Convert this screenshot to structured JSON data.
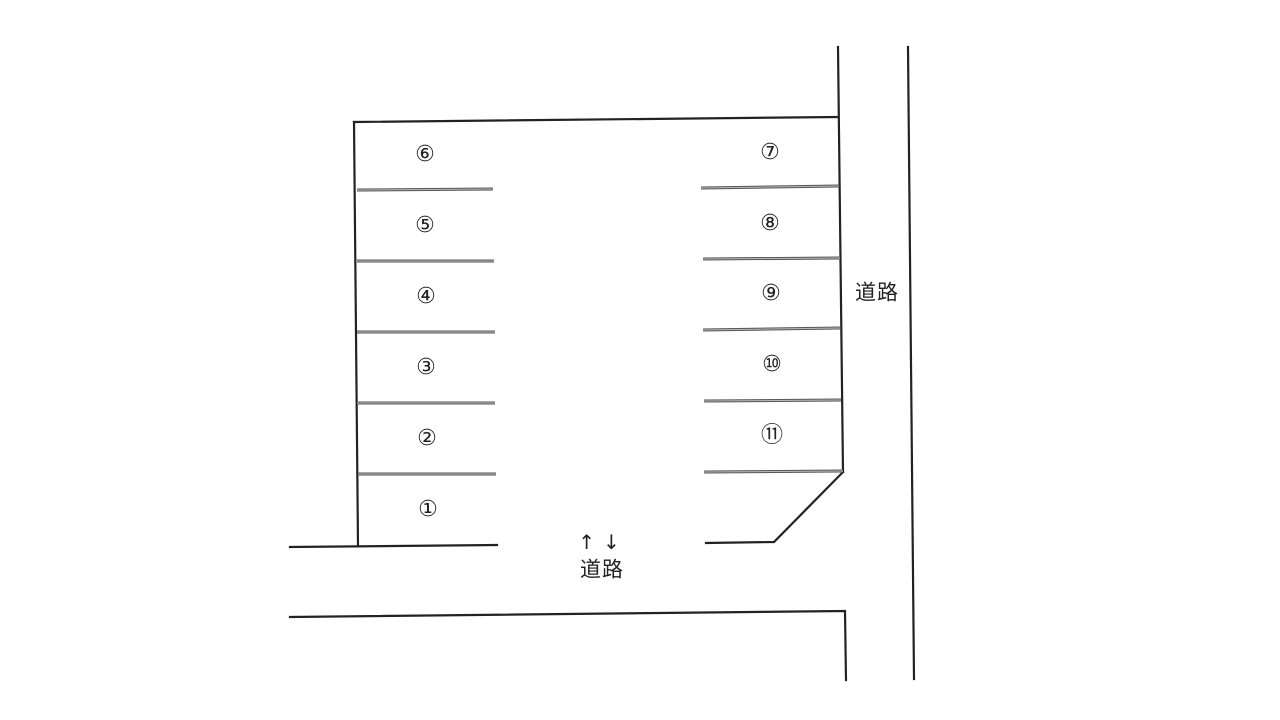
{
  "diagram": {
    "type": "parking-lot-layout",
    "road_label": "道路",
    "entrance_arrows": "↑↓",
    "spots": [
      {
        "id": "1",
        "label": "①",
        "side": "left"
      },
      {
        "id": "2",
        "label": "②",
        "side": "left"
      },
      {
        "id": "3",
        "label": "③",
        "side": "left"
      },
      {
        "id": "4",
        "label": "④",
        "side": "left"
      },
      {
        "id": "5",
        "label": "⑤",
        "side": "left"
      },
      {
        "id": "6",
        "label": "⑥",
        "side": "left"
      },
      {
        "id": "7",
        "label": "⑦",
        "side": "right"
      },
      {
        "id": "8",
        "label": "⑧",
        "side": "right"
      },
      {
        "id": "9",
        "label": "⑨",
        "side": "right"
      },
      {
        "id": "10",
        "label": "⑩",
        "side": "right"
      },
      {
        "id": "11",
        "label": "⑪",
        "side": "right"
      }
    ],
    "roads": [
      {
        "id": "east",
        "label": "道路"
      },
      {
        "id": "south",
        "label": "道路"
      }
    ],
    "colors": {
      "line": "#222222",
      "background": "#ffffff"
    }
  }
}
